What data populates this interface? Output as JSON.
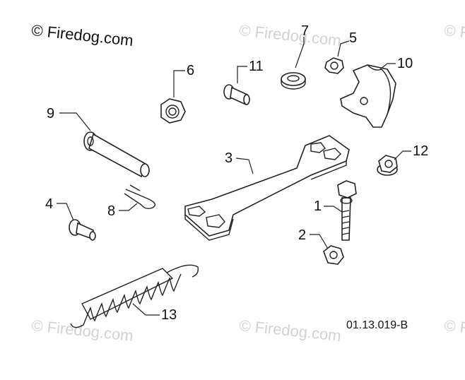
{
  "watermark": {
    "main": "© Firedog.com",
    "faint": "© Firedog.com"
  },
  "diagram_code": "01.13.019-B",
  "callouts": {
    "c1": "1",
    "c2": "2",
    "c3": "3",
    "c4": "4",
    "c5": "5",
    "c6": "6",
    "c7": "7",
    "c8": "8",
    "c9": "9",
    "c10": "10",
    "c11": "11",
    "c12": "12",
    "c13": "13"
  }
}
